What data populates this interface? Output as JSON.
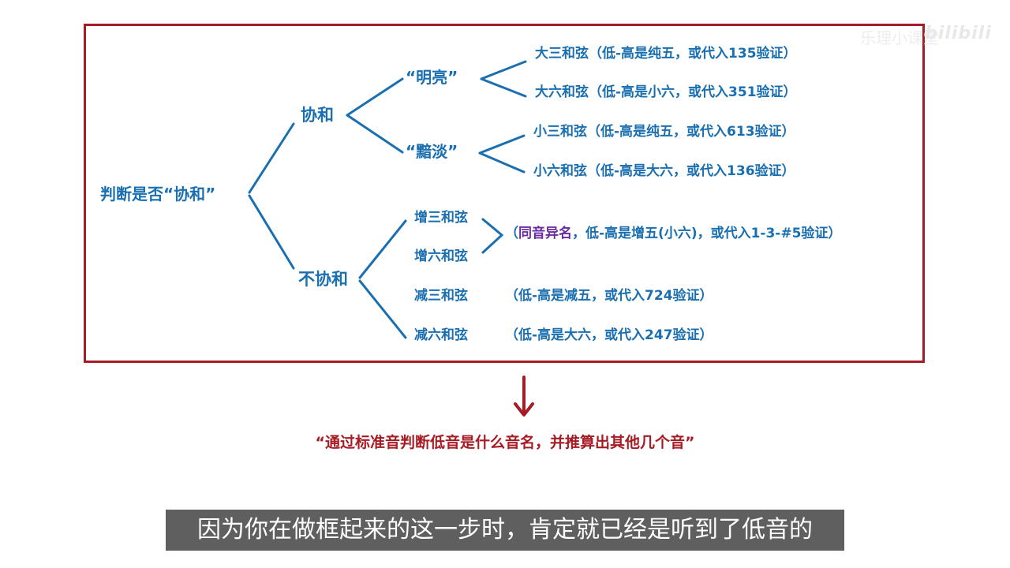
{
  "tree": {
    "root": "判断是否“协和”",
    "consonant": {
      "label": "协和",
      "bright": {
        "label": "“明亮”",
        "items": [
          "大三和弦（低-高是纯五，或代入135验证）",
          "大六和弦（低-高是小六，或代入351验证）"
        ]
      },
      "dark": {
        "label": "“黯淡”",
        "items": [
          "小三和弦（低-高是纯五，或代入613验证）",
          "小六和弦（低-高是大六，或代入136验证）"
        ]
      }
    },
    "dissonant": {
      "label": "不协和",
      "augmented_triad": "增三和弦",
      "augmented_sixth": "增六和弦",
      "augmented_note_open": "（",
      "augmented_note_highlight": "同音异名",
      "augmented_note_rest": "，低-高是增五(小六)，或代入1-3-#5验证）",
      "diminished_triad": "减三和弦",
      "diminished_triad_note": "（低-高是减五，或代入724验证）",
      "diminished_sixth": "减六和弦",
      "diminished_sixth_note": "（低-高是大六，或代入247验证）"
    }
  },
  "conclusion": "“通过标准音判断低音是什么音名，并推算出其他几个音”",
  "subtitle": "因为你在做框起来的这一步时，肯定就已经是听到了低音的",
  "watermark": {
    "logo": "bilibili",
    "faint_text": "乐理小课堂"
  },
  "colors": {
    "frame": "#a61c24",
    "text": "#1a6fb0",
    "highlight": "#6a2aa0",
    "conclusion": "#a61c24",
    "subtitle_bg": "#5f5f5f"
  }
}
